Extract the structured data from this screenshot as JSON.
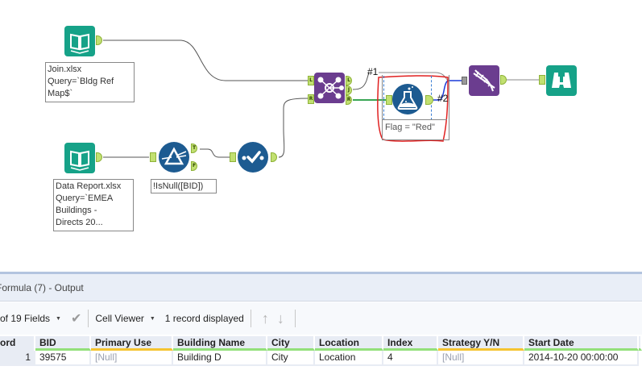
{
  "canvas": {
    "tools": {
      "input1": {
        "name": "Input Data",
        "annotation": [
          "Join.xlsx",
          "Query=`Bldg Ref",
          "Map$`"
        ]
      },
      "input2": {
        "name": "Input Data",
        "annotation": [
          "Data Report.xlsx",
          "Query=`EMEA",
          "Buildings -",
          "Directs 20..."
        ]
      },
      "filter": {
        "name": "Filter",
        "annotation": "!IsNull([BID])",
        "anchors": {
          "true": "T",
          "false": "F"
        }
      },
      "select": {
        "name": "Select"
      },
      "join": {
        "name": "Join",
        "anchors": {
          "in_left": "L",
          "in_right": "R",
          "out_left": "L",
          "out_join": "J",
          "out_right": "R"
        }
      },
      "formula": {
        "name": "Formula",
        "annotation": "Flag = \"Red\""
      },
      "dna": {
        "name": "Append / DNA Tool"
      },
      "browse": {
        "name": "Browse"
      }
    },
    "connection_labels": {
      "c1": "#1",
      "c2": "#2"
    },
    "highlight_color": "#e02020"
  },
  "results": {
    "title": "Formula (7) - Output",
    "toolbar": {
      "fields_label": "of 19 Fields",
      "cell_viewer_label": "Cell Viewer",
      "record_count": "1 record displayed"
    },
    "columns": [
      {
        "label": "ord",
        "type": "rec"
      },
      {
        "label": "BID",
        "type": "ok"
      },
      {
        "label": "Primary Use",
        "type": "null"
      },
      {
        "label": "Building Name",
        "type": "ok"
      },
      {
        "label": "City",
        "type": "ok"
      },
      {
        "label": "Location",
        "type": "ok"
      },
      {
        "label": "Index",
        "type": "ok"
      },
      {
        "label": "Strategy Y/N",
        "type": "null"
      },
      {
        "label": "Start Date",
        "type": "ok"
      }
    ],
    "rows": [
      [
        "1",
        "39575",
        "[Null]",
        "Building D",
        "City",
        "Location",
        "4",
        "[Null]",
        "2014-10-20 00:00:00"
      ]
    ]
  }
}
